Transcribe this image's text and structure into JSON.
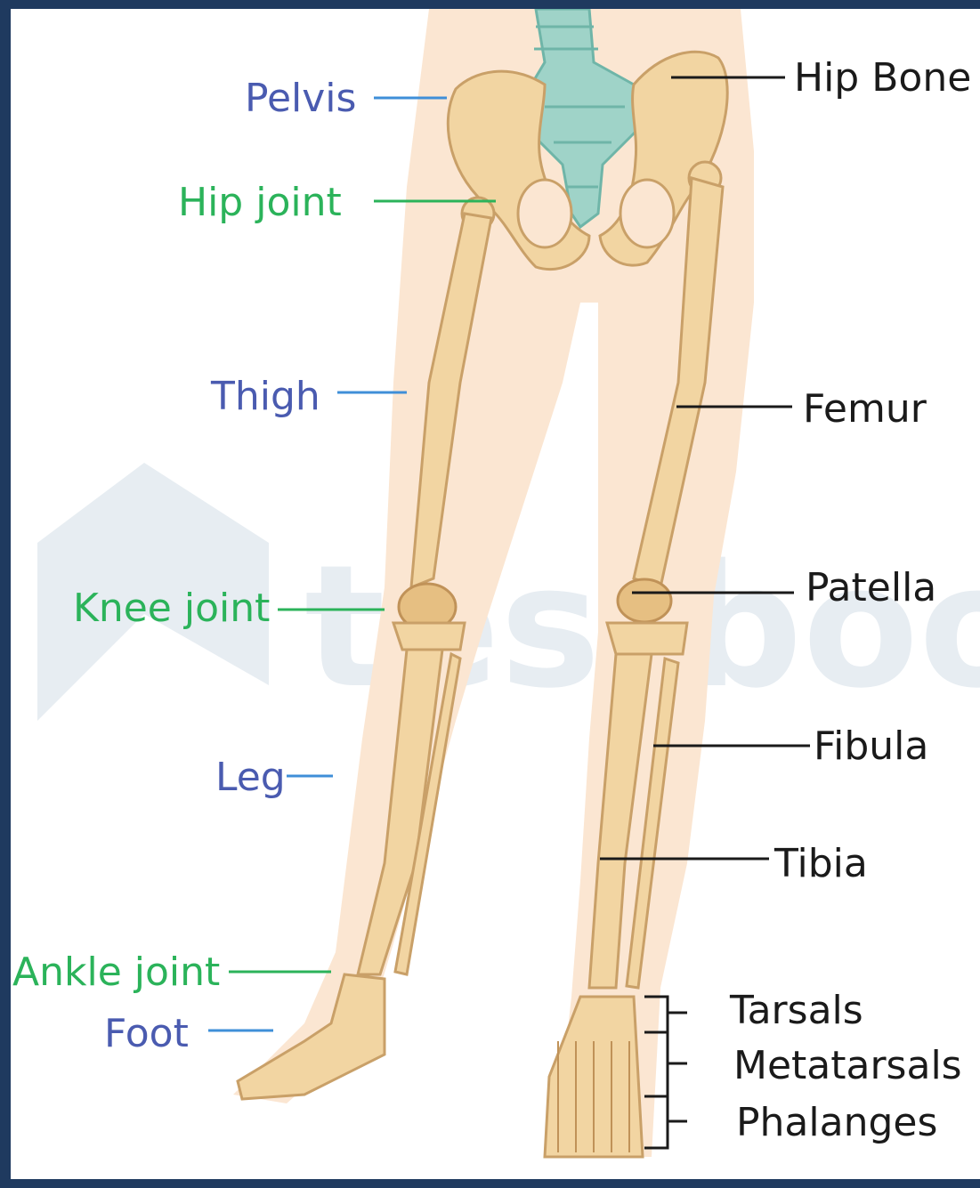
{
  "labels": {
    "pelvis": "Pelvis",
    "hip_joint": "Hip joint",
    "thigh": "Thigh",
    "knee_joint": "Knee joint",
    "leg": "Leg",
    "ankle_joint": "Ankle joint",
    "foot": "Foot",
    "hip_bone": "Hip Bone",
    "femur": "Femur",
    "patella": "Patella",
    "fibula": "Fibula",
    "tibia": "Tibia",
    "tarsals": "Tarsals",
    "metatarsals": "Metatarsals",
    "phalanges": "Phalanges"
  },
  "watermark": "testbook",
  "colors": {
    "region_label": "#4a5bb0",
    "joint_label": "#2bb35a",
    "bone_label": "#1a1a1a",
    "frame_border": "#1f3a5f",
    "bone": "#f2d5a2",
    "spine": "#9fd3c8",
    "skin": "#fbe6d2"
  }
}
